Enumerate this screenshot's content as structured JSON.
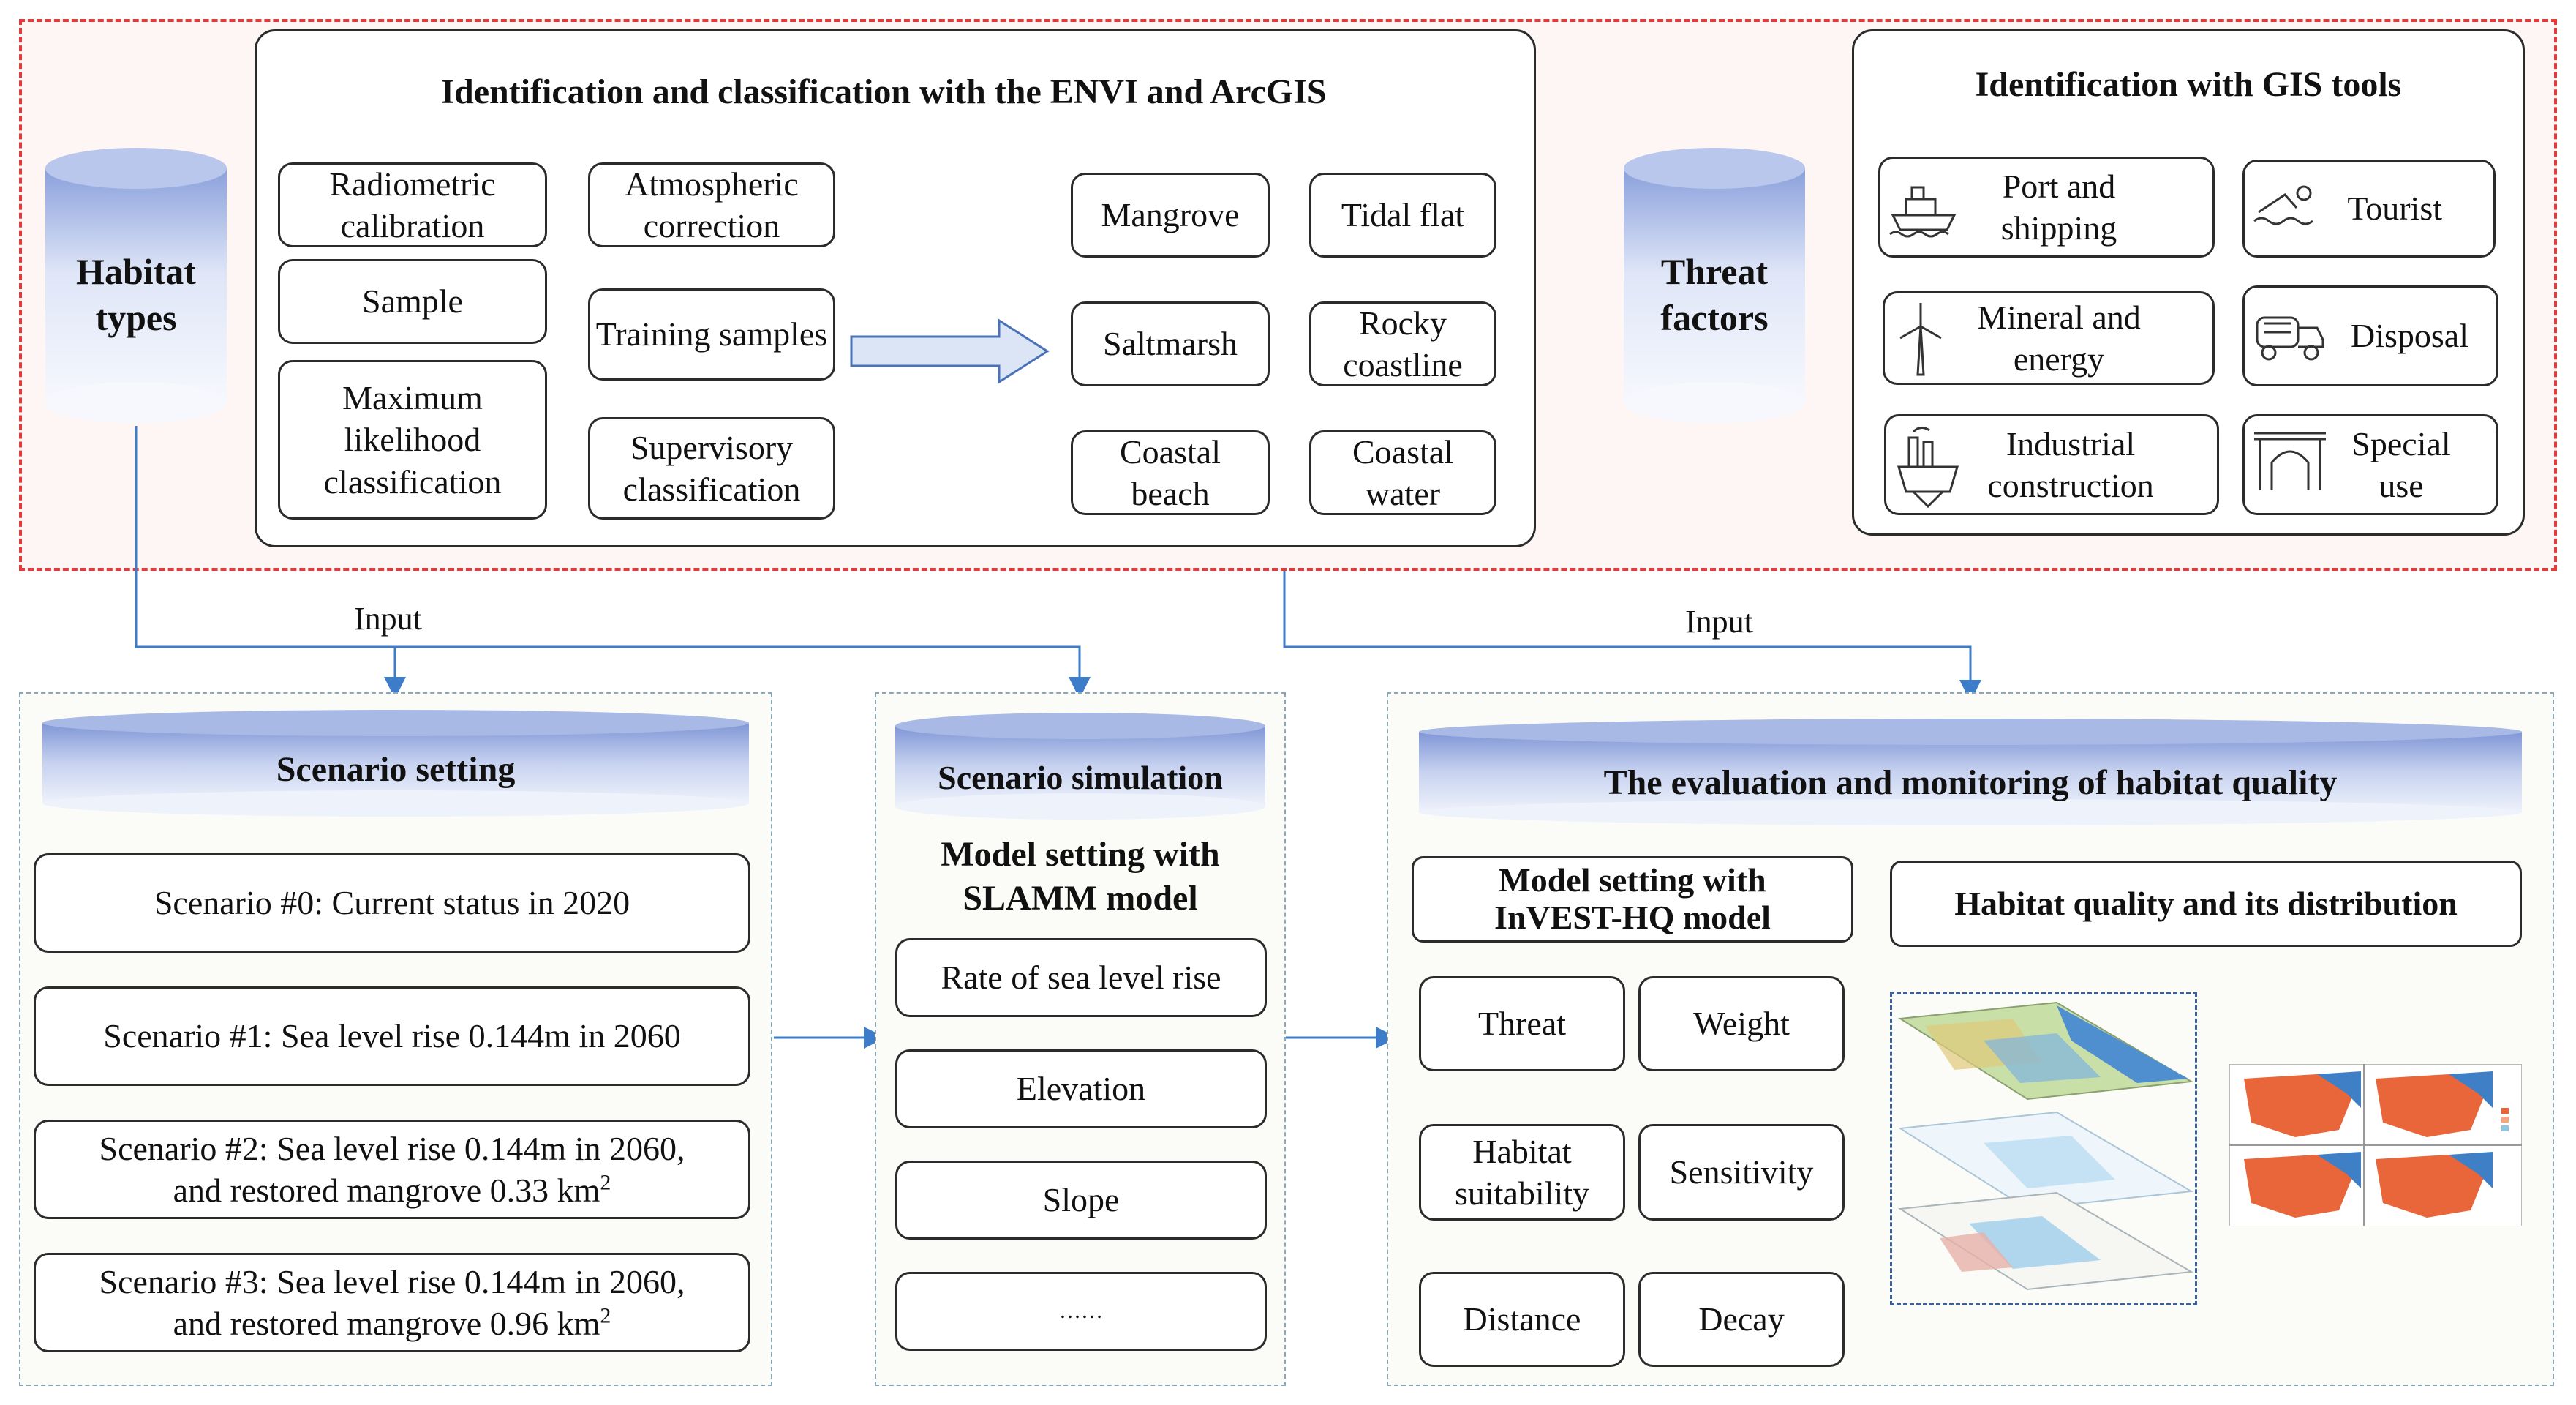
{
  "top": {
    "habitat_types": "Habitat types",
    "threat_factors": "Threat factors",
    "envi_panel": {
      "title": "Identification and classification with the ENVI and ArcGIS",
      "steps": [
        "Radiometric calibration",
        "Atmospheric correction",
        "Sample",
        "Training samples",
        "Maximum likelihood classification",
        "Supervisory classification"
      ],
      "habitats": [
        "Mangrove",
        "Tidal flat",
        "Saltmarsh",
        "Rocky coastline",
        "Coastal beach",
        "Coastal water"
      ]
    },
    "gis_panel": {
      "title": "Identification with GIS tools",
      "factors": [
        {
          "label": "Port and shipping",
          "icon": "ship-icon"
        },
        {
          "label": "Tourist",
          "icon": "swimmer-icon"
        },
        {
          "label": "Mineral and energy",
          "icon": "wind-turbine-icon"
        },
        {
          "label": "Disposal",
          "icon": "garbage-truck-icon"
        },
        {
          "label": "Industrial construction",
          "icon": "factory-icon"
        },
        {
          "label": "Special use",
          "icon": "bridge-icon"
        }
      ]
    }
  },
  "connectors": {
    "input_left": "Input",
    "input_right": "Input"
  },
  "scenario_setting": {
    "title": "Scenario setting",
    "items": [
      {
        "line1": "Scenario #0: Current status in 2020"
      },
      {
        "line1": "Scenario #1: Sea level rise 0.144m in 2060"
      },
      {
        "line1": "Scenario #2: Sea level rise 0.144m in 2060,",
        "line2": "and restored mangrove 0.33 km",
        "sup": "2"
      },
      {
        "line1": "Scenario #3: Sea level rise 0.144m in 2060,",
        "line2": "and restored mangrove 0.96 km",
        "sup": "2"
      }
    ]
  },
  "scenario_simulation": {
    "title": "Scenario simulation",
    "model_title": "Model setting with SLAMM model",
    "params": [
      "Rate of sea level rise",
      "Elevation",
      "Slope",
      "……"
    ]
  },
  "evaluation": {
    "title": "The evaluation and monitoring of habitat quality",
    "model_title": "Model setting with InVEST-HQ model",
    "params": [
      "Threat",
      "Weight",
      "Habitat suitability",
      "Sensitivity",
      "Distance",
      "Decay"
    ],
    "result_title": "Habitat quality and its distribution"
  },
  "colors": {
    "dashed_red": "#e23b3b",
    "top_bg": "#fdf6f4",
    "panel_bg": "#fbfcf7",
    "cyl_light": "#eef2fb",
    "cyl_dark": "#7f96d6",
    "arrow": "#3d7cc9"
  }
}
